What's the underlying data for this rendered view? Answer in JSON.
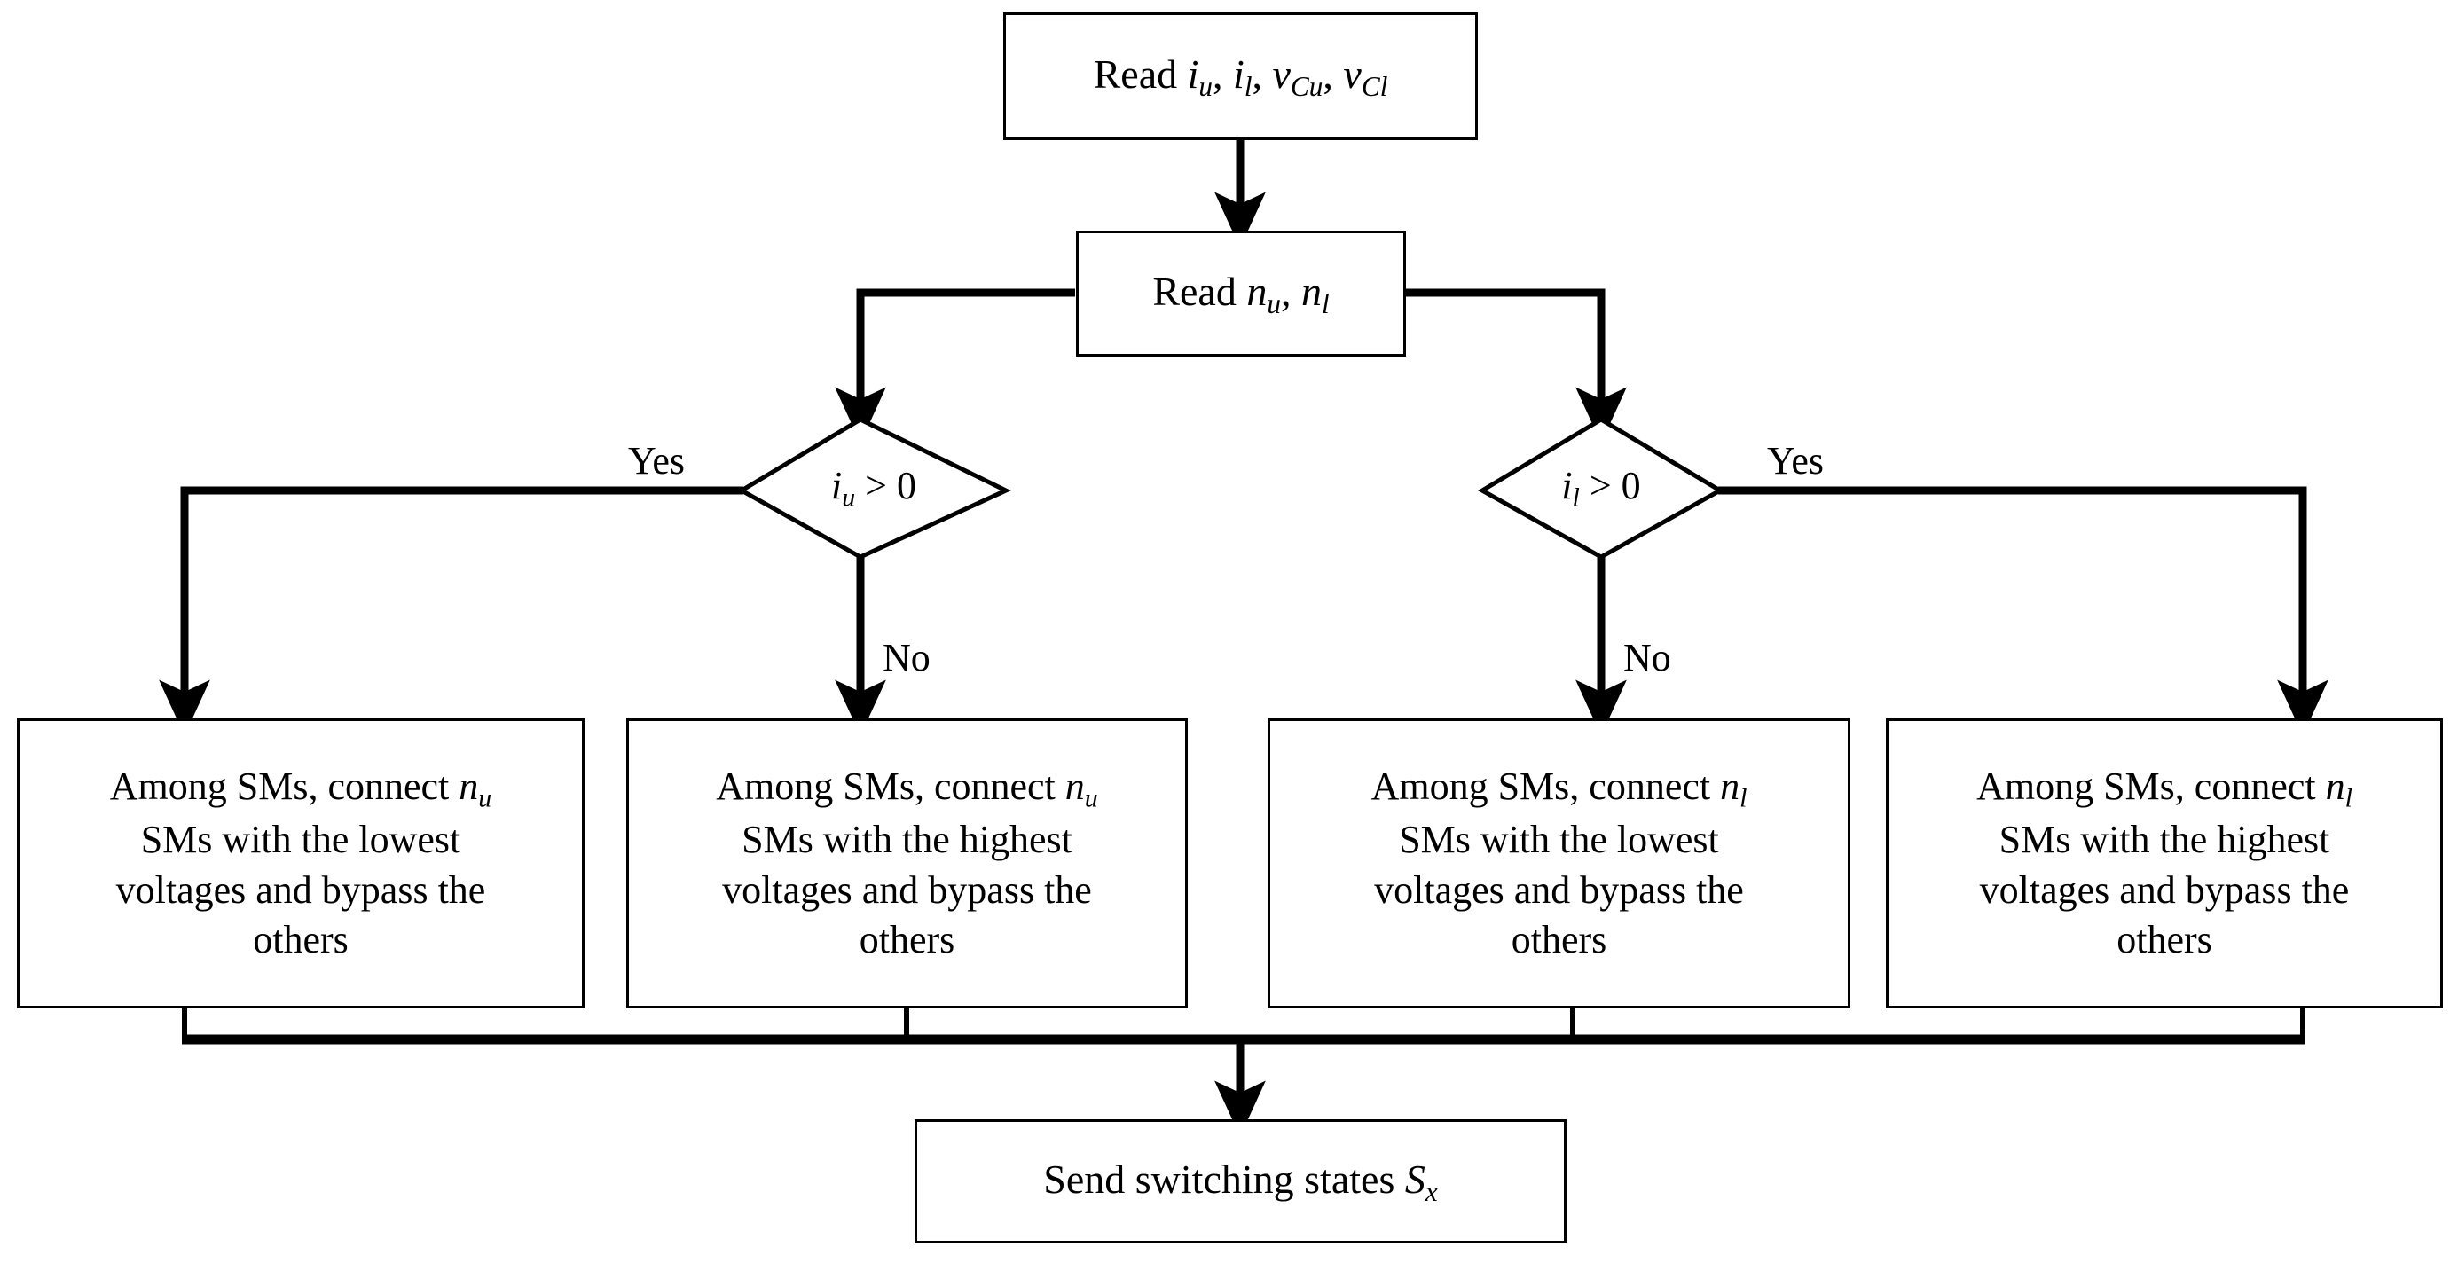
{
  "diagram": {
    "title": "Submodule capacitor voltage balancing control flowchart",
    "background_color": "#ffffff",
    "line_color": "#000000",
    "text_color": "#000000"
  },
  "nodes": {
    "read_currents": {
      "id": "read-currents",
      "shape": "process",
      "text": "Read iu, il, vCu, vCl",
      "html": "Read <i>i</i><sub>u</sub>, <i>i</i><sub>l</sub>, <i>v</i><sub>Cu</sub>, <i>v</i><sub>Cl</sub>"
    },
    "read_levels": {
      "id": "read-levels",
      "shape": "process",
      "text": "Read nu, nl",
      "html": "Read <i>n</i><sub>u</sub>, <i>n</i><sub>l</sub>"
    },
    "decision_upper": {
      "id": "decision-iu",
      "shape": "decision",
      "text": "iu > 0",
      "html": "<i>i</i><sub>u</sub> &gt; 0"
    },
    "decision_lower": {
      "id": "decision-il",
      "shape": "decision",
      "text": "il > 0",
      "html": "<i>i</i><sub>l</sub> &gt; 0"
    },
    "action_u_lowest": {
      "id": "action-upper-lowest",
      "shape": "process",
      "text": "Among SMs, connect nu SMs with the lowest voltages and bypass the others",
      "html": "Among SMs, connect <i>n</i><sub>u</sub><br>SMs with the lowest<br>voltages and bypass the<br>others"
    },
    "action_u_highest": {
      "id": "action-upper-highest",
      "shape": "process",
      "text": "Among SMs, connect nu SMs with the highest voltages and bypass the others",
      "html": "Among SMs, connect <i>n</i><sub>u</sub><br>SMs with the highest<br>voltages and bypass the<br>others"
    },
    "action_l_lowest": {
      "id": "action-lower-lowest",
      "shape": "process",
      "text": "Among SMs, connect nl SMs with the lowest voltages and bypass the others",
      "html": "Among SMs, connect <i>n</i><sub>l</sub><br>SMs with the lowest<br>voltages and bypass the<br>others"
    },
    "action_l_highest": {
      "id": "action-lower-highest",
      "shape": "process",
      "text": "Among SMs, connect nl SMs with the highest voltages and bypass the others",
      "html": "Among SMs, connect <i>n</i><sub>l</sub><br>SMs with the highest<br>voltages and bypass the<br>others"
    },
    "send_states": {
      "id": "send-states",
      "shape": "process",
      "text": "Send switching states Sx",
      "html": "Send switching states <i>S</i><sub>x</sub>"
    }
  },
  "edge_labels": {
    "yes_left": "Yes",
    "no_left": "No",
    "no_right": "No",
    "yes_right": "Yes"
  },
  "edges": [
    {
      "from": "read_currents",
      "to": "read_levels",
      "label": ""
    },
    {
      "from": "read_levels",
      "to": "decision_upper",
      "label": ""
    },
    {
      "from": "read_levels",
      "to": "decision_lower",
      "label": ""
    },
    {
      "from": "decision_upper",
      "to": "action_u_lowest",
      "label": "Yes"
    },
    {
      "from": "decision_upper",
      "to": "action_u_highest",
      "label": "No"
    },
    {
      "from": "decision_lower",
      "to": "action_l_lowest",
      "label": "No"
    },
    {
      "from": "decision_lower",
      "to": "action_l_highest",
      "label": "Yes"
    },
    {
      "from": "action_u_lowest",
      "to": "send_states",
      "label": ""
    },
    {
      "from": "action_u_highest",
      "to": "send_states",
      "label": ""
    },
    {
      "from": "action_l_lowest",
      "to": "send_states",
      "label": ""
    },
    {
      "from": "action_l_highest",
      "to": "send_states",
      "label": ""
    }
  ]
}
